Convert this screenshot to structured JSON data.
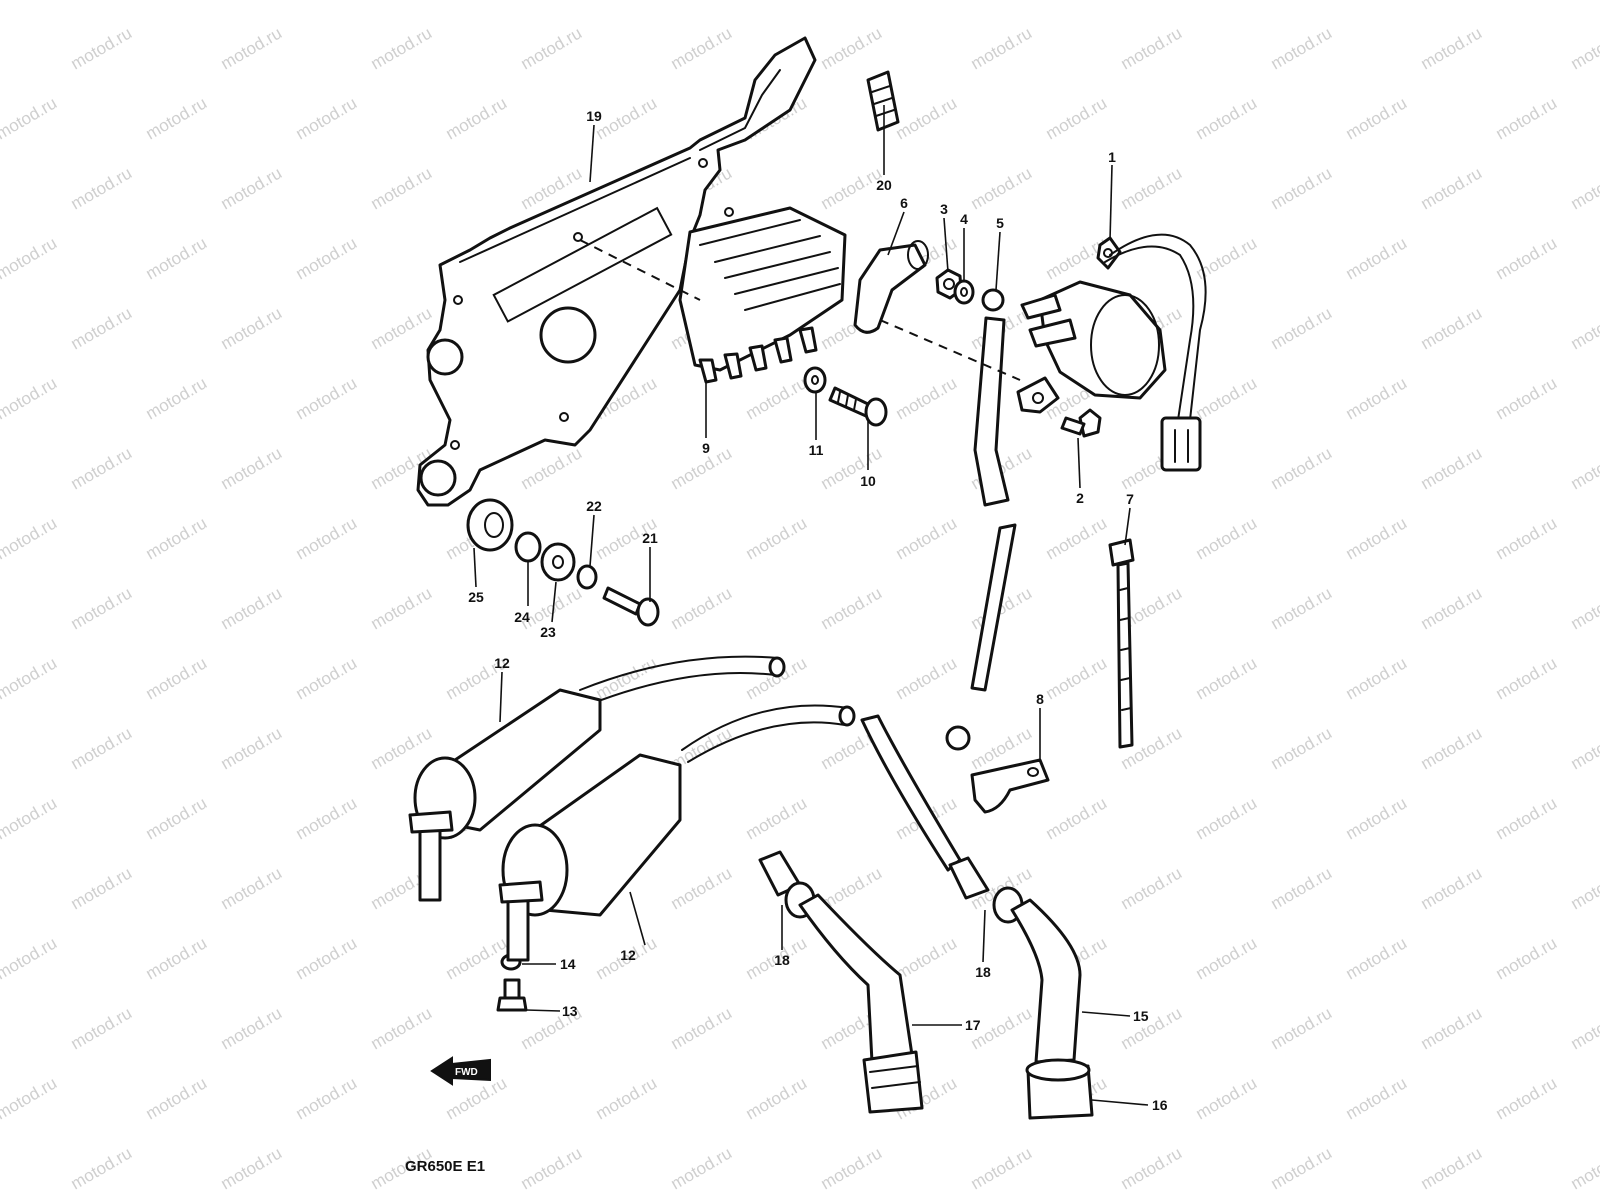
{
  "diagram": {
    "model_code": "GR650E E1",
    "direction_marker": "FWD",
    "watermark": "motod.ru",
    "callouts": [
      "1",
      "2",
      "3",
      "4",
      "5",
      "6",
      "7",
      "8",
      "9",
      "10",
      "11",
      "12",
      "12",
      "13",
      "14",
      "15",
      "16",
      "17",
      "18",
      "18",
      "19",
      "20",
      "21",
      "22",
      "23",
      "24",
      "25"
    ]
  }
}
